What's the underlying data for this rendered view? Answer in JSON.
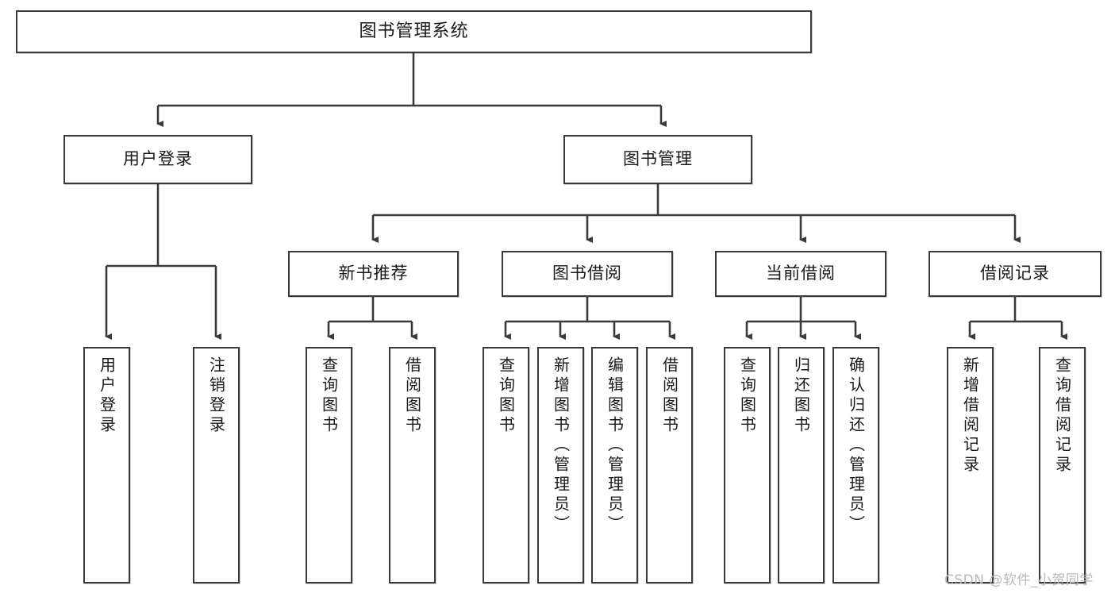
{
  "diagram": {
    "title": "图书管理系统",
    "type": "tree",
    "watermark": "CSDN @软件_小贺同学",
    "colors": {
      "box_border": "#3a3a3a",
      "box_fill": "#ffffff",
      "connector": "#3a3a3a",
      "text": "#1a1a1a",
      "watermark": "#b9b9b9"
    }
  },
  "nodes": {
    "root": {
      "label": "图书管理系统"
    },
    "level2": [
      {
        "id": "user-login",
        "label": "用户登录"
      },
      {
        "id": "book-manage",
        "label": "图书管理"
      }
    ],
    "level3": [
      {
        "id": "new-book-rec",
        "label": "新书推荐"
      },
      {
        "id": "book-borrow",
        "label": "图书借阅"
      },
      {
        "id": "current-borrow",
        "label": "当前借阅"
      },
      {
        "id": "borrow-record",
        "label": "借阅记录"
      }
    ],
    "leaves": {
      "user_login": [
        {
          "id": "leaf-user-login",
          "label": "用户登录"
        },
        {
          "id": "leaf-user-logout",
          "label": "注销登录"
        }
      ],
      "new_book_rec": [
        {
          "id": "leaf-query-book-1",
          "label": "查询图书"
        },
        {
          "id": "leaf-borrow-book-1",
          "label": "借阅图书"
        }
      ],
      "book_borrow": [
        {
          "id": "leaf-query-book-2",
          "label": "查询图书"
        },
        {
          "id": "leaf-add-book",
          "label": "新增图书（管理员）"
        },
        {
          "id": "leaf-edit-book",
          "label": "编辑图书（管理员）"
        },
        {
          "id": "leaf-borrow-book-2",
          "label": "借阅图书"
        }
      ],
      "current_borrow": [
        {
          "id": "leaf-query-book-3",
          "label": "查询图书"
        },
        {
          "id": "leaf-return-book",
          "label": "归还图书"
        },
        {
          "id": "leaf-confirm-return",
          "label": "确认归还（管理员）"
        }
      ],
      "borrow_record": [
        {
          "id": "leaf-add-record",
          "label": "新增借阅记录"
        },
        {
          "id": "leaf-query-record",
          "label": "查询借阅记录"
        }
      ]
    }
  }
}
